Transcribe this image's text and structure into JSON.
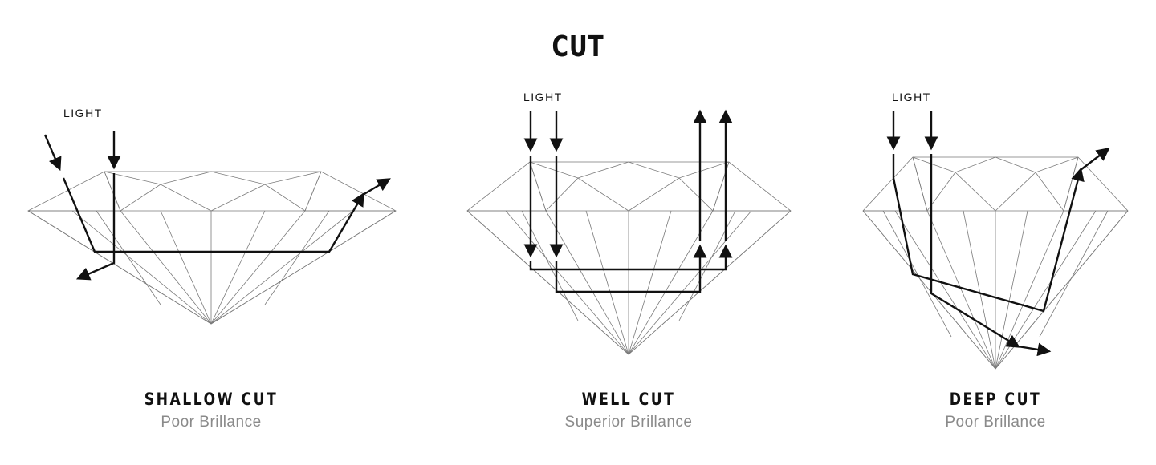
{
  "title": "CUT",
  "light_label": "LIGHT",
  "diagrams": [
    {
      "name": "SHALLOW CUT",
      "quality": "Poor Brillance"
    },
    {
      "name": "WELL CUT",
      "quality": "Superior Brillance"
    },
    {
      "name": "DEEP CUT",
      "quality": "Poor Brillance"
    }
  ],
  "colors": {
    "facet_lines": "#7a7a7a",
    "light_rays": "#111111",
    "subtitle": "#8a8a8a"
  }
}
